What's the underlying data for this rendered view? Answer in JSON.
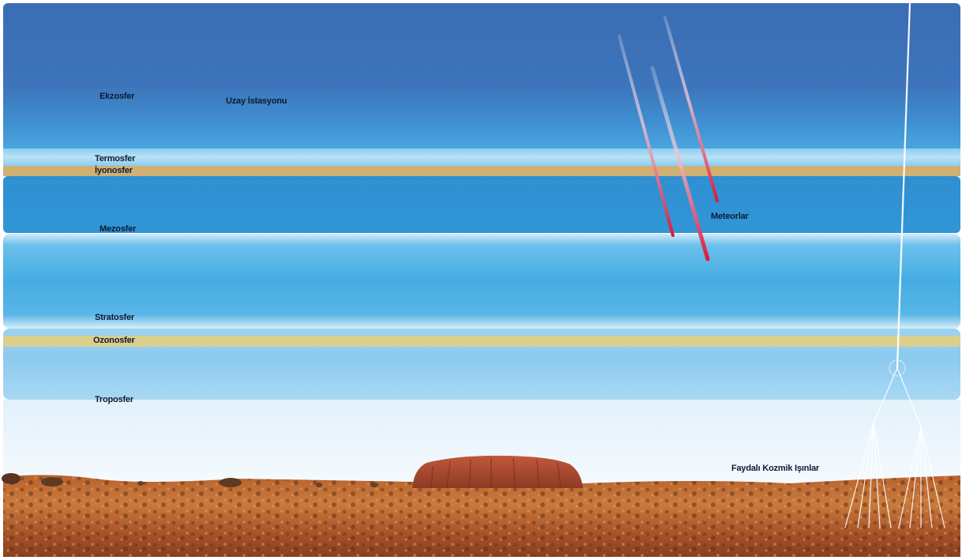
{
  "layers": {
    "exosphere": "Ekzosfer",
    "space_station": "Uzay İstasyonu",
    "thermosphere": "Termosfer",
    "ionosphere": "İyonosfer",
    "mesosphere": "Mezosfer",
    "stratosphere": "Stratosfer",
    "ozonosphere": "Ozonosfer",
    "troposphere": "Troposfer"
  },
  "phenomena": {
    "meteors": "Meteorlar",
    "cosmic_rays": "Faydalı Kozmik Işınlar"
  },
  "colors": {
    "exosphere_blue": "#3d72b8",
    "mesosphere_blue": "#2e8fd0",
    "stratosphere_blue": "#5ab7e8",
    "troposphere_pale": "#dceefa",
    "ionosphere_gold": "#c9a25a",
    "ozone_yellow": "#e6cf7a",
    "meteor_red": "#d81e3c",
    "desert_orange": "#c0622a",
    "rock_red": "#a8452a"
  },
  "icons": [
    "meteor-streak-icon",
    "cosmic-ray-shower-icon",
    "rock-formation-icon"
  ]
}
